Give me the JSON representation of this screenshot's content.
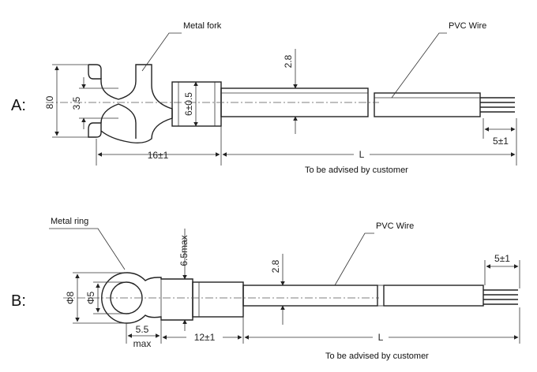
{
  "part_a": {
    "section": "A:",
    "fork_label": "Metal fork",
    "wire_label": "PVC Wire",
    "dim_height": "8.0",
    "dim_gap": "3.5",
    "dim_crimp": "6±0.5",
    "dim_wire": "2.8",
    "dim_length": "16±1",
    "dim_L": "L",
    "dim_strip": "5±1",
    "note": "To be advised by customer"
  },
  "part_b": {
    "section": "B:",
    "ring_label": "Metal ring",
    "wire_label": "PVC Wire",
    "dim_outer": "Φ8",
    "dim_inner": "Φ5",
    "dim_crimp": "6.5max",
    "dim_wire": "2.8",
    "dim_offset": "5.5",
    "dim_offset_suffix": "max",
    "dim_length": "12±1",
    "dim_L": "L",
    "dim_strip": "5±1",
    "note": "To be advised by customer"
  }
}
